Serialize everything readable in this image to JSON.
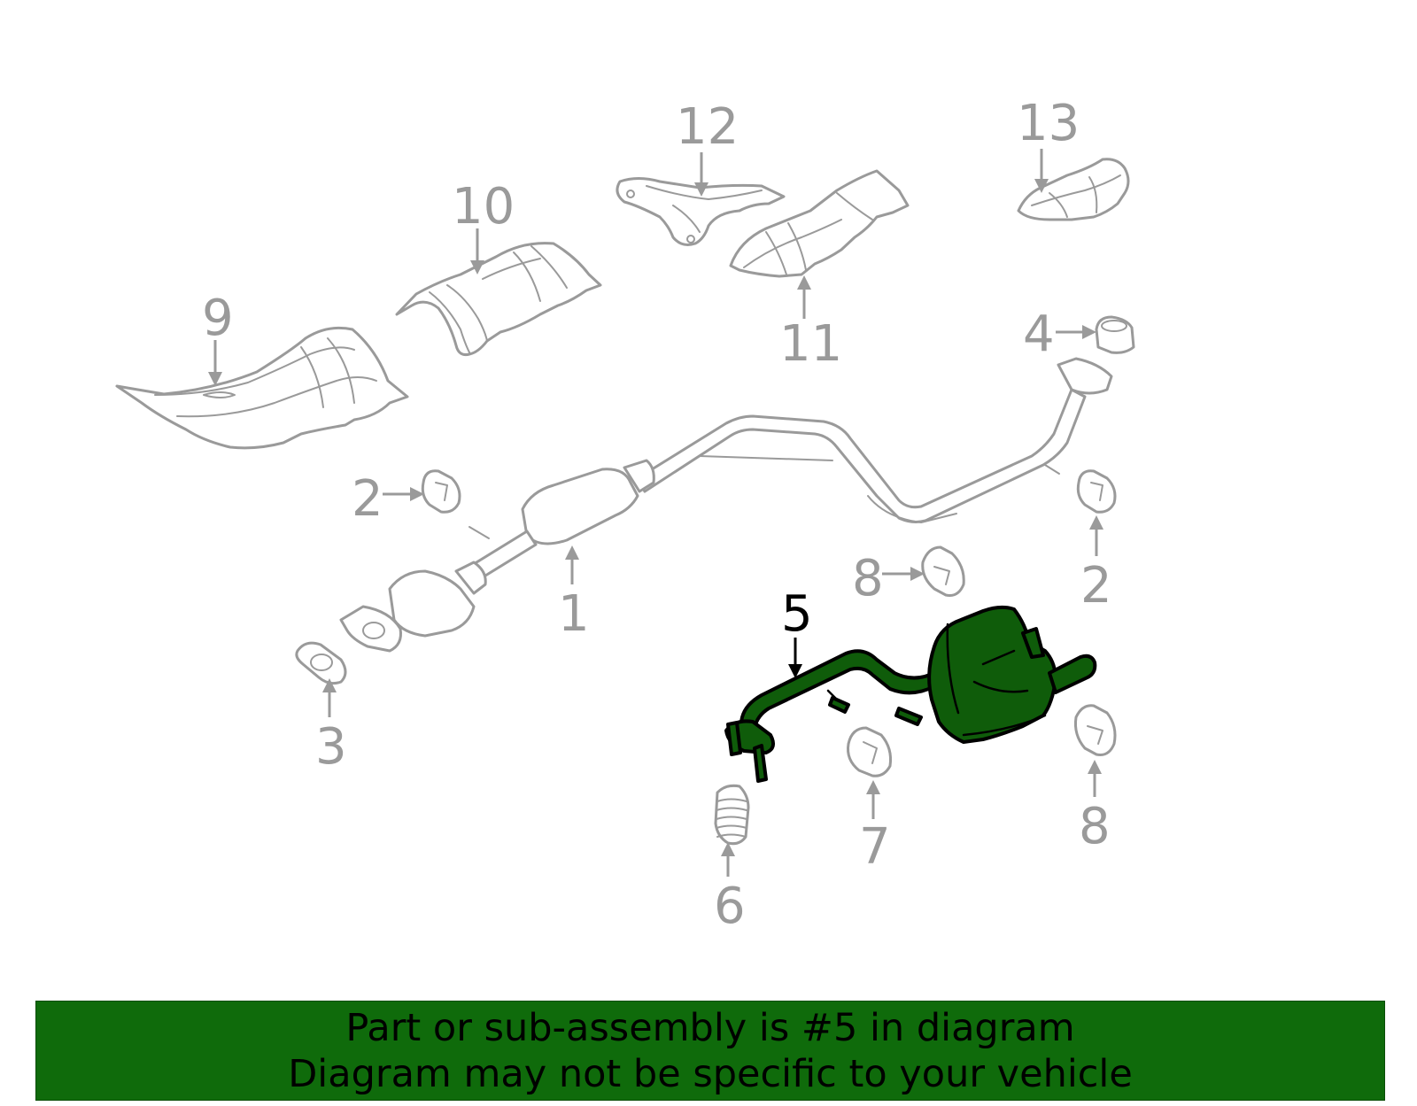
{
  "callouts": {
    "c1": "1",
    "c2a": "2",
    "c2b": "2",
    "c3": "3",
    "c4": "4",
    "c5": "5",
    "c6": "6",
    "c7": "7",
    "c8a": "8",
    "c8b": "8",
    "c9": "9",
    "c10": "10",
    "c11": "11",
    "c12": "12",
    "c13": "13"
  },
  "highlighted_part": "5",
  "banner": {
    "line1": "Part or sub-assembly is #5 in diagram",
    "line2": "Diagram may not be specific to your vehicle"
  },
  "colors": {
    "highlight_fill": "#0f5c0a",
    "banner_background": "#0f6b0b",
    "outline_gray": "#9a9a9a"
  }
}
